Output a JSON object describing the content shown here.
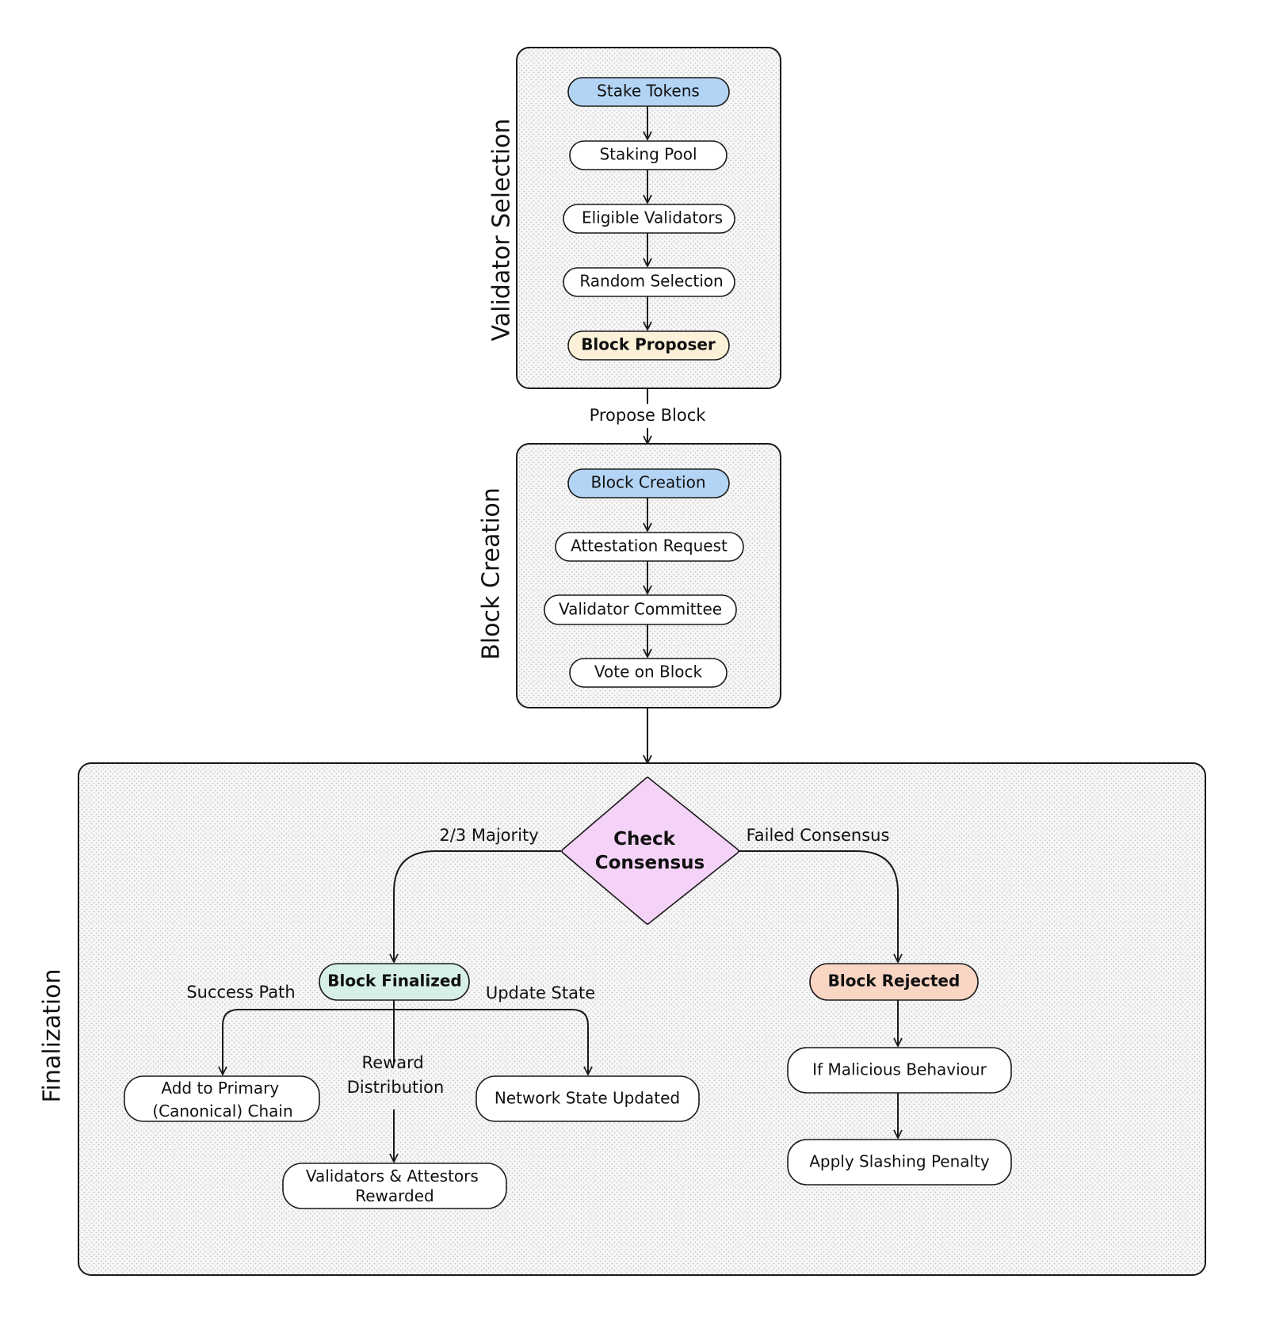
{
  "groups": {
    "validator_selection": "Validator Selection",
    "block_creation": "Block Creation",
    "finalization": "Finalization"
  },
  "nodes": {
    "stake_tokens": "Stake Tokens",
    "staking_pool": "Staking Pool",
    "eligible_validators": "Eligible Validators",
    "random_selection": "Random Selection",
    "block_proposer": "Block Proposer",
    "block_creation": "Block Creation",
    "attestation_request": "Attestation Request",
    "validator_committee": "Validator Committee",
    "vote_on_block": "Vote on Block",
    "check_consensus": [
      "Check",
      "Consensus"
    ],
    "block_finalized": "Block Finalized",
    "block_rejected": "Block Rejected",
    "add_to_primary_chain": [
      "Add to Primary",
      "(Canonical) Chain"
    ],
    "network_state_updated": "Network State Updated",
    "validators_attestors_rewarded": [
      "Validators & Attestors",
      "Rewarded"
    ],
    "if_malicious_behaviour": "If Malicious Behaviour",
    "apply_slashing_penalty": "Apply Slashing Penalty"
  },
  "edges": {
    "propose_block": "Propose Block",
    "majority": "2/3 Majority",
    "failed_consensus": "Failed Consensus",
    "success_path": "Success Path",
    "update_state": "Update State",
    "reward_distribution": [
      "Reward",
      "Distribution"
    ]
  },
  "colors": {
    "blue": "#b3d4f5",
    "cream": "#fbf0d8",
    "mint": "#d7f0e6",
    "peach": "#f9d5c3",
    "violet": "#f5d3f8",
    "white": "#ffffff",
    "stroke": "#1a1a1a",
    "group_fill": "#f6f6f6"
  }
}
